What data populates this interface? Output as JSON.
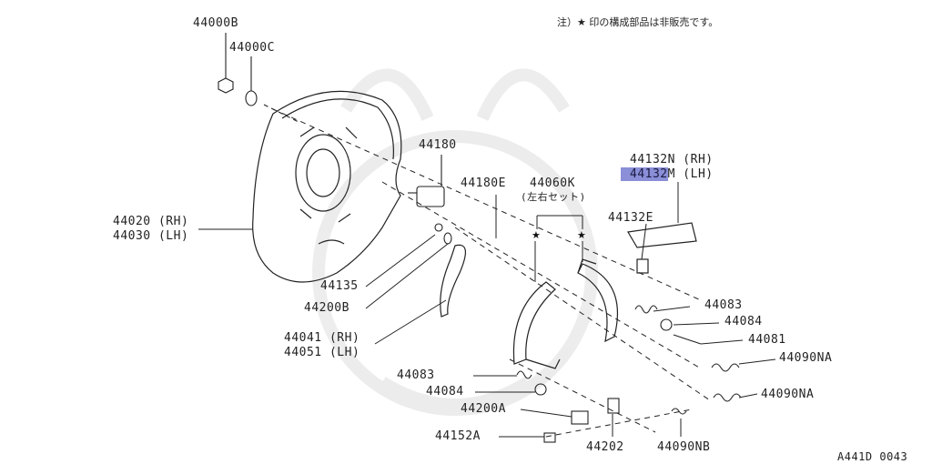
{
  "note": "注）★ 印の構成部品は非販売です。",
  "diagram_code": "A441D 0043",
  "star_glyph": "★",
  "highlight_color": "#8a8fd8",
  "labels": {
    "p44000B": "44000B",
    "p44000C": "44000C",
    "p44180": "44180",
    "p44180E": "44180E",
    "p44060K": "44060K",
    "p44060K_sub": "(左右セット)",
    "p44132N": "44132N (RH)",
    "p44132M_hl": "44132",
    "p44132M_rest": "M (LH)",
    "p44132E": "44132E",
    "p44020": "44020 (RH)",
    "p44030": "44030 (LH)",
    "p44135": "44135",
    "p44200B": "44200B",
    "p44041": "44041 (RH)",
    "p44051": "44051 (LH)",
    "p44083_r": "44083",
    "p44084_r": "44084",
    "p44081": "44081",
    "p44090NA_1": "44090NA",
    "p44090NA_2": "44090NA",
    "p44083_l": "44083",
    "p44084_l": "44084",
    "p44200A": "44200A",
    "p44152A": "44152A",
    "p44202": "44202",
    "p44090NB": "44090NB"
  }
}
